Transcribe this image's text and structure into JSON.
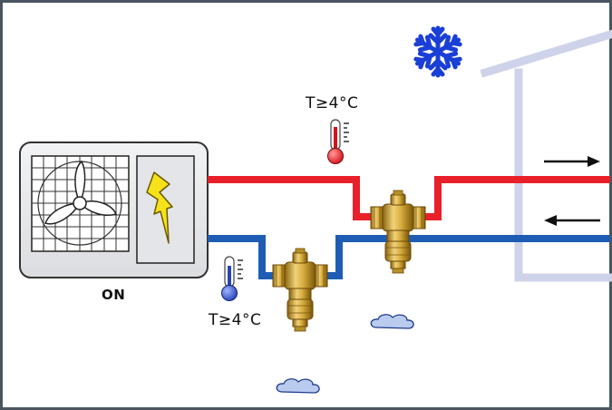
{
  "unit": {
    "status_label": "ON"
  },
  "sensors": {
    "supply_temp_label": "T≥4°C",
    "return_temp_label": "T≥4°C"
  },
  "colors": {
    "frame_border": "#4a5560",
    "unit_fill": "#e6e7e9",
    "unit_border": "#333333",
    "supply_pipe": "#e8202a",
    "return_pipe": "#1f5db4",
    "house_outline": "#cfd3ea",
    "snowflake": "#1a3fd6",
    "valve_brass": "#c9a23a",
    "cloud_fill": "#b9cbee",
    "arrow": "#111111"
  },
  "icons": [
    "fan-icon",
    "lightning-icon",
    "snowflake-icon",
    "thermometer-icon",
    "valve-icon",
    "cloud-icon",
    "arrow-right-icon",
    "arrow-left-icon"
  ]
}
